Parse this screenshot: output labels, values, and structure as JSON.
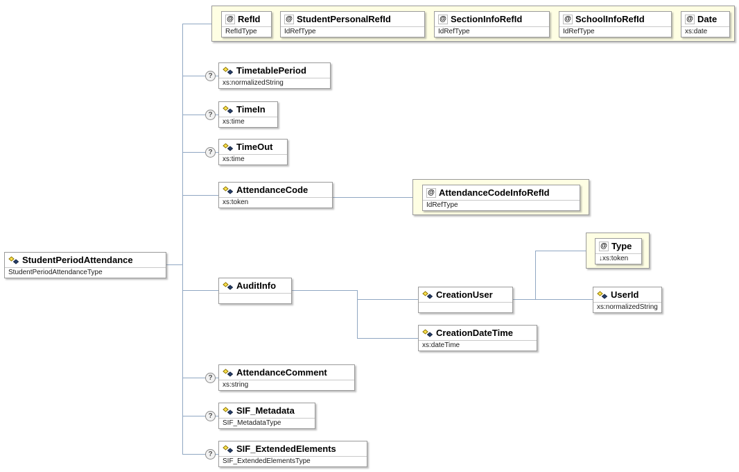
{
  "diagram": {
    "root": {
      "name": "StudentPeriodAttendance",
      "type": "StudentPeriodAttendanceType"
    },
    "top_attribute_group": {
      "attributes": [
        {
          "name": "RefId",
          "type": "RefIdType"
        },
        {
          "name": "StudentPersonalRefId",
          "type": "IdRefType"
        },
        {
          "name": "SectionInfoRefId",
          "type": "IdRefType"
        },
        {
          "name": "SchoolInfoRefId",
          "type": "IdRefType"
        },
        {
          "name": "Date",
          "type": "xs:date"
        }
      ]
    },
    "attendance_code_attribute_group": {
      "attributes": [
        {
          "name": "AttendanceCodeInfoRefId",
          "type": "IdRefType"
        }
      ]
    },
    "creation_user_attribute_group": {
      "attributes": [
        {
          "name": "Type",
          "type": "xs:token"
        }
      ]
    },
    "elements": {
      "timetablePeriod": {
        "name": "TimetablePeriod",
        "type": "xs:normalizedString",
        "occurrence": "optional"
      },
      "timeIn": {
        "name": "TimeIn",
        "type": "xs:time",
        "occurrence": "optional"
      },
      "timeOut": {
        "name": "TimeOut",
        "type": "xs:time",
        "occurrence": "optional"
      },
      "attendanceCode": {
        "name": "AttendanceCode",
        "type": "xs:token",
        "occurrence": "required"
      },
      "auditInfo": {
        "name": "AuditInfo",
        "occurrence": "required"
      },
      "creationUser": {
        "name": "CreationUser",
        "occurrence": "required"
      },
      "creationDateTime": {
        "name": "CreationDateTime",
        "type": "xs:dateTime",
        "occurrence": "required"
      },
      "userId": {
        "name": "UserId",
        "type": "xs:normalizedString",
        "occurrence": "required"
      },
      "attendanceComment": {
        "name": "AttendanceComment",
        "type": "xs:string",
        "occurrence": "optional"
      },
      "sifMetadata": {
        "name": "SIF_Metadata",
        "type": "SIF_MetadataType",
        "occurrence": "optional"
      },
      "sifExtendedElements": {
        "name": "SIF_ExtendedElements",
        "type": "SIF_ExtendedElementsType",
        "occurrence": "optional"
      }
    },
    "icons": {
      "attribute": "@",
      "optional": "?",
      "derived_arrow": "↓"
    },
    "colors": {
      "attribute_group_bg": "#FEFEE3",
      "connector": "#8FA6C2",
      "node_border": "#9A9A9A"
    }
  }
}
